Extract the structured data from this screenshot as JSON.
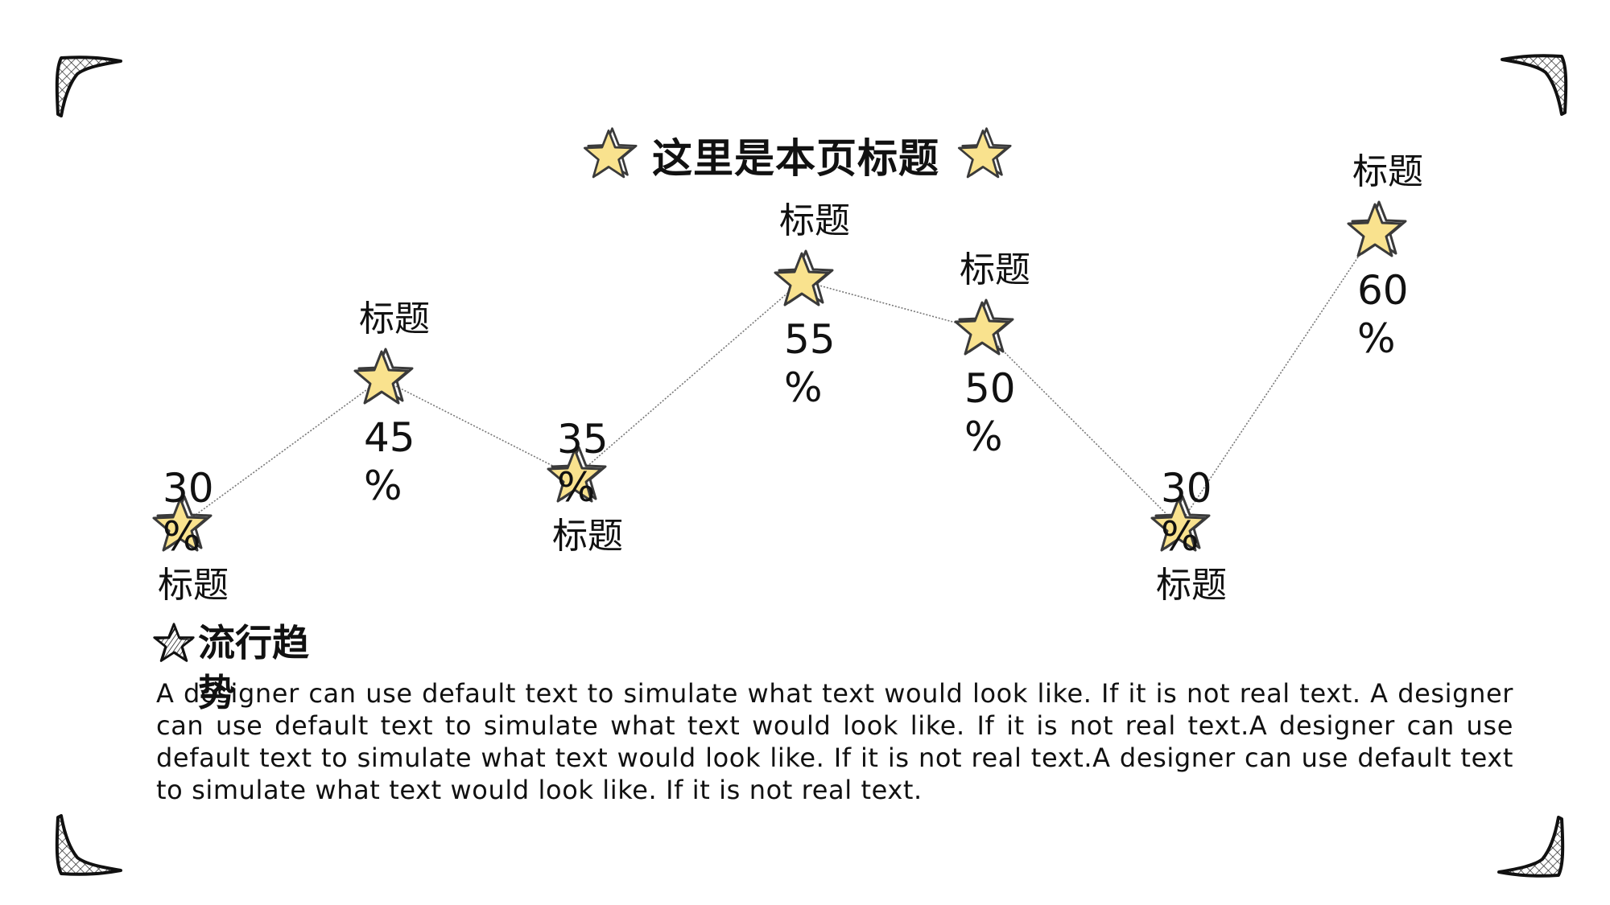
{
  "page": {
    "title": "这里是本页标题"
  },
  "section": {
    "title": "流行趋势",
    "body": "A designer can use default text to simulate what text would look like. If it is not real text. A designer can use default text to simulate what text would look like. If it is not real text.A designer can use default text to simulate what text would look like. If it is not real text.A designer can use default text to simulate what text would look like. If it is not real text."
  },
  "colors": {
    "star_fill": "#F9E28E",
    "star_stroke": "#3a3a3a",
    "line": "#777777",
    "text": "#111111"
  },
  "chart_data": {
    "type": "line",
    "categories": [
      "标题",
      "标题",
      "标题",
      "标题",
      "标题",
      "标题",
      "标题"
    ],
    "values": [
      30,
      45,
      35,
      55,
      50,
      30,
      60
    ],
    "value_labels": [
      "30%",
      "45%",
      "35%",
      "55%",
      "50%",
      "30%",
      "60%"
    ],
    "title": "",
    "xlabel": "",
    "ylabel": "",
    "ylim": [
      0,
      100
    ],
    "grid": false,
    "marker": "star-icon",
    "line_style": "dotted"
  }
}
